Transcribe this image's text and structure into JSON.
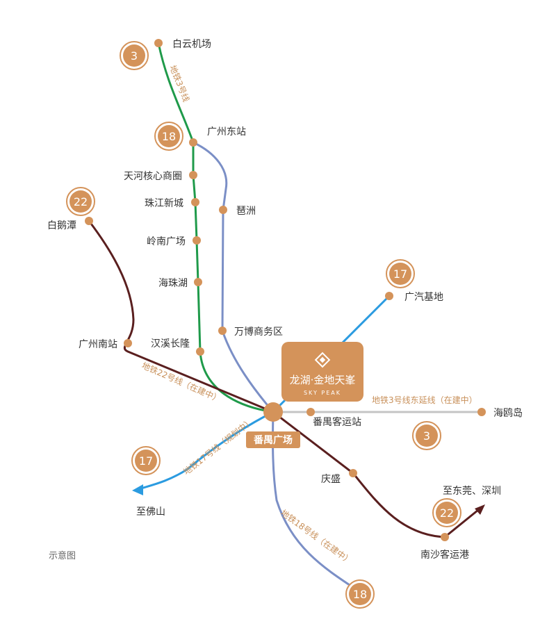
{
  "colors": {
    "line3": "#1f9a4a",
    "line18": "#7b8fc6",
    "line22": "#5a1f1f",
    "line17": "#2b9be0",
    "line3ext": "#c4c4c4",
    "station": "#d4935a",
    "label": "#c8905a"
  },
  "badges": {
    "line3_top": "3",
    "line18_top": "18",
    "line22_top": "22",
    "line17_top": "17",
    "line3_ext": "3",
    "line17_left": "17",
    "line22_bottom": "22",
    "line18_bottom": "18"
  },
  "stations": {
    "baiyun_airport": "白云机场",
    "guangzhou_east": "广州东站",
    "tianhe": "天河核心商圈",
    "zhujiang": "珠江新城",
    "pipazhou": "琶洲",
    "lingnan": "岭南广场",
    "haizhuhu": "海珠湖",
    "wanbo": "万博商务区",
    "baietan": "白鹅潭",
    "guangzhou_south": "广州南站",
    "hanxi": "汉溪长隆",
    "guangqi": "广汽基地",
    "panyu_bus": "番禺客运站",
    "haiou": "海鸥岛",
    "qingsheng": "庆盛",
    "nansha_port": "南沙客运港",
    "to_foshan": "至佛山",
    "to_dongguan": "至东莞、深圳"
  },
  "line_labels": {
    "line3": "地铁3号线",
    "line22": "地铁22号线（在建中）",
    "line3_ext": "地铁3号线东延线（在建中）",
    "line17": "地铁17号线（规划中）",
    "line18": "地铁18号线（在建中）"
  },
  "hub": {
    "name": "番禺广场"
  },
  "logo": {
    "name": "龙湖·金地天峯",
    "sub": "SKY PEAK"
  },
  "note": "示意图"
}
